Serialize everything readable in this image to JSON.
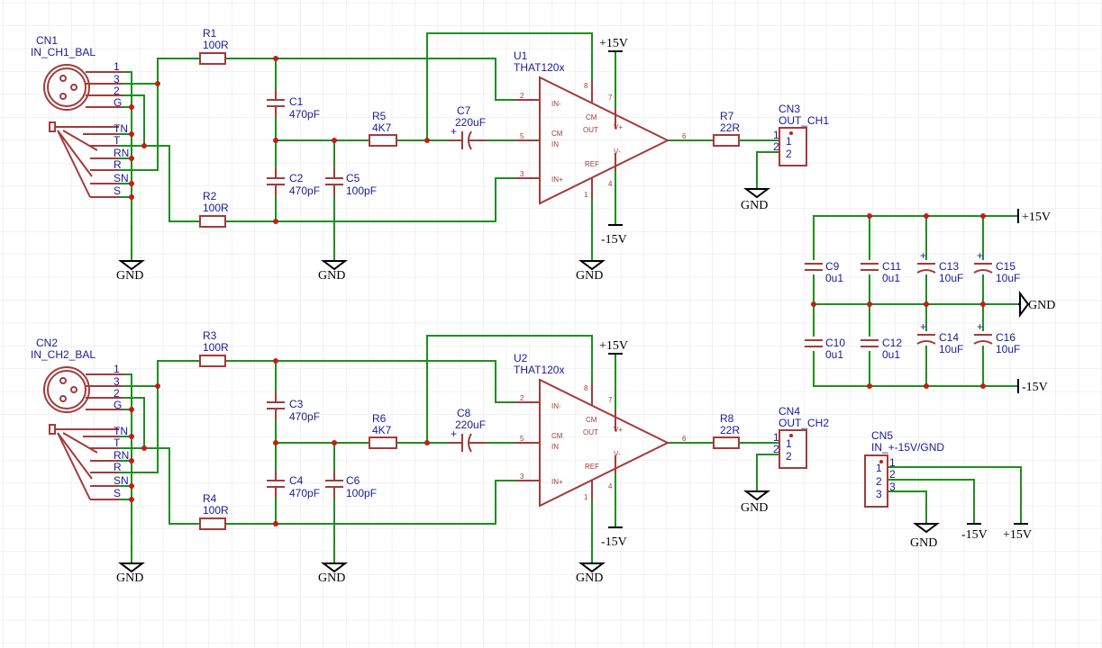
{
  "connectors": {
    "cn1": {
      "ref": "CN1",
      "value": "IN_CH1_BAL"
    },
    "cn2": {
      "ref": "CN2",
      "value": "IN_CH2_BAL"
    },
    "cn3": {
      "ref": "CN3",
      "value": "OUT_CH1"
    },
    "cn4": {
      "ref": "CN4",
      "value": "OUT_CH2"
    },
    "cn5": {
      "ref": "CN5",
      "value": "IN_+-15V/GND"
    }
  },
  "xlr_pins": [
    "1",
    "3",
    "2",
    "G"
  ],
  "jack_pins": [
    "TN",
    "T",
    "RN",
    "R",
    "SN",
    "S"
  ],
  "header_pins": [
    "1",
    "2"
  ],
  "header3_pins": [
    "1",
    "2",
    "3"
  ],
  "resistors": {
    "r1": {
      "ref": "R1",
      "value": "100R"
    },
    "r2": {
      "ref": "R2",
      "value": "100R"
    },
    "r3": {
      "ref": "R3",
      "value": "100R"
    },
    "r4": {
      "ref": "R4",
      "value": "100R"
    },
    "r5": {
      "ref": "R5",
      "value": "4K7"
    },
    "r6": {
      "ref": "R6",
      "value": "4K7"
    },
    "r7": {
      "ref": "R7",
      "value": "22R"
    },
    "r8": {
      "ref": "R8",
      "value": "22R"
    }
  },
  "capacitors": {
    "c1": {
      "ref": "C1",
      "value": "470pF"
    },
    "c2": {
      "ref": "C2",
      "value": "470pF"
    },
    "c3": {
      "ref": "C3",
      "value": "470pF"
    },
    "c4": {
      "ref": "C4",
      "value": "470pF"
    },
    "c5": {
      "ref": "C5",
      "value": "100pF"
    },
    "c6": {
      "ref": "C6",
      "value": "100pF"
    },
    "c7": {
      "ref": "C7",
      "value": "220uF"
    },
    "c8": {
      "ref": "C8",
      "value": "220uF"
    },
    "c9": {
      "ref": "C9",
      "value": "0u1"
    },
    "c10": {
      "ref": "C10",
      "value": "0u1"
    },
    "c11": {
      "ref": "C11",
      "value": "0u1"
    },
    "c12": {
      "ref": "C12",
      "value": "0u1"
    },
    "c13": {
      "ref": "C13",
      "value": "10uF"
    },
    "c14": {
      "ref": "C14",
      "value": "10uF"
    },
    "c15": {
      "ref": "C15",
      "value": "10uF"
    },
    "c16": {
      "ref": "C16",
      "value": "10uF"
    }
  },
  "amplifiers": {
    "u1": {
      "ref": "U1",
      "value": "THAT120x"
    },
    "u2": {
      "ref": "U2",
      "value": "THAT120x"
    },
    "pins": {
      "in_minus": "IN-",
      "in_plus": "IN+",
      "cm_in_1": "CM",
      "cm_in_2": "IN",
      "cm_out_1": "CM",
      "cm_out_2": "OUT",
      "ref": "REF",
      "vplus": "V+",
      "vminus": "V-",
      "n_in_minus": "2",
      "n_cm_in": "5",
      "n_in_plus": "3",
      "n_out": "6",
      "n_8": "8",
      "n_7": "7",
      "n_4": "4",
      "n_1": "1"
    }
  },
  "power": {
    "gnd": "GND",
    "vpos": "+15V",
    "vneg": "-15V"
  }
}
